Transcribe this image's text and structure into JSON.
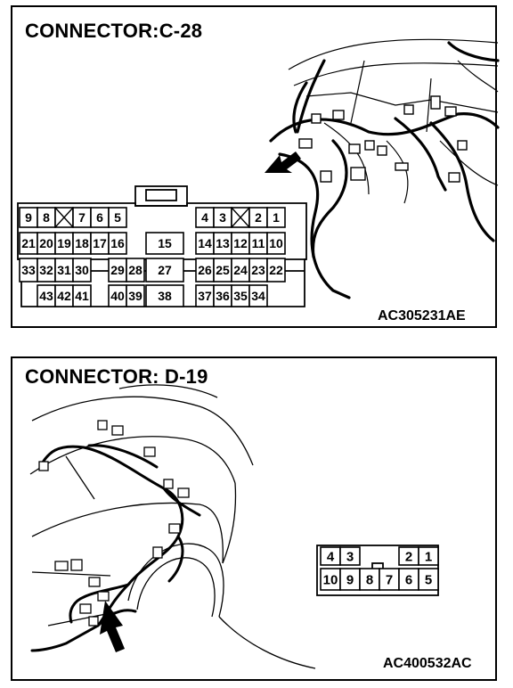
{
  "connectors": [
    {
      "title": "CONNECTOR:C-28",
      "code": "AC305231AE",
      "rows": [
        [
          "9",
          "8",
          "",
          "7",
          "6",
          "5",
          "4",
          "3",
          "",
          "2",
          "1"
        ],
        [
          "21",
          "20",
          "19",
          "18",
          "17",
          "16",
          "15",
          "14",
          "13",
          "12",
          "11",
          "10"
        ],
        [
          "33",
          "32",
          "31",
          "30",
          "29",
          "28",
          "27",
          "26",
          "25",
          "24",
          "23",
          "22"
        ],
        [
          "43",
          "42",
          "41",
          "40",
          "39",
          "38",
          "37",
          "36",
          "35",
          "34"
        ]
      ]
    },
    {
      "title": "CONNECTOR: D-19",
      "code": "AC400532AC",
      "rows": [
        [
          "4",
          "3",
          "",
          "",
          "2",
          "1"
        ],
        [
          "10",
          "9",
          "8",
          "7",
          "6",
          "5"
        ]
      ]
    }
  ],
  "colors": {
    "ink": "#000000",
    "paper": "#ffffff"
  },
  "icons": [
    "location-arrow-icon",
    "dashboard-wiring-illustration",
    "vehicle-wiring-illustration"
  ]
}
